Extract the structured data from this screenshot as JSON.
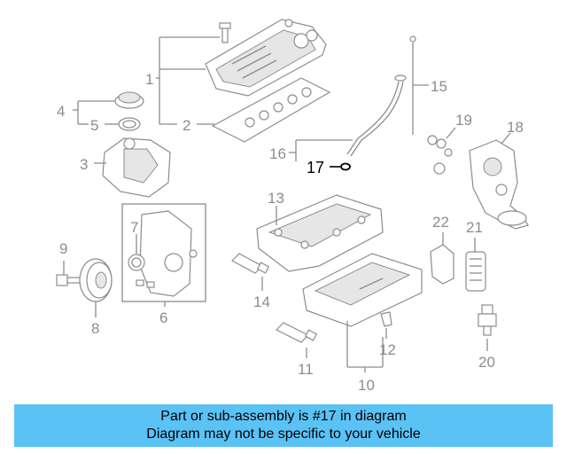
{
  "diagram": {
    "callouts": {
      "c1": "1",
      "c2": "2",
      "c3": "3",
      "c4": "4",
      "c5": "5",
      "c6": "6",
      "c7": "7",
      "c8": "8",
      "c9": "9",
      "c10": "10",
      "c11": "11",
      "c12": "12",
      "c13": "13",
      "c14": "14",
      "c15": "15",
      "c16": "16",
      "c17": "17",
      "c18": "18",
      "c19": "19",
      "c20": "20",
      "c21": "21",
      "c22": "22"
    },
    "highlighted_part": "17",
    "colors": {
      "line": "#8c8c8c",
      "highlight": "#000000",
      "banner": "#5bc2f5"
    }
  },
  "banner": {
    "line1": "Part or sub-assembly is #17 in diagram",
    "line2": "Diagram may not be specific to your vehicle"
  }
}
